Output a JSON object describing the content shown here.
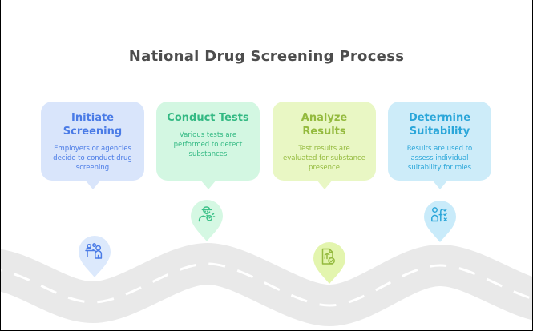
{
  "page": {
    "title": "National Drug Screening Process",
    "title_color": "#4d4d4d",
    "background": "#ffffff"
  },
  "steps": [
    {
      "title": "Initiate Screening",
      "description": "Employers or agencies decide to conduct drug screening",
      "icon": "interview-icon",
      "card_bg": "#d9e5fb",
      "accent": "#4a7be6",
      "pin_bg": "#dce9fc"
    },
    {
      "title": "Conduct Tests",
      "description": "Various tests are performed to detect substances",
      "icon": "breathalyzer-test-icon",
      "card_bg": "#d3f7e2",
      "accent": "#33b983",
      "pin_bg": "#d5f8e3"
    },
    {
      "title": "Analyze Results",
      "description": "Test results are evaluated for substance presence",
      "icon": "report-check-icon",
      "card_bg": "#e9f7c4",
      "accent": "#94ba3e",
      "pin_bg": "#e3f5ae"
    },
    {
      "title": "Determine Suitability",
      "description": "Results are used to assess individual suitability for roles",
      "icon": "suitability-assessment-icon",
      "card_bg": "#cdecf9",
      "accent": "#2aa6d9",
      "pin_bg": "#c9ebfa"
    }
  ],
  "road": {
    "color": "#e9e9e9",
    "lane_marking_color": "#ffffff"
  }
}
